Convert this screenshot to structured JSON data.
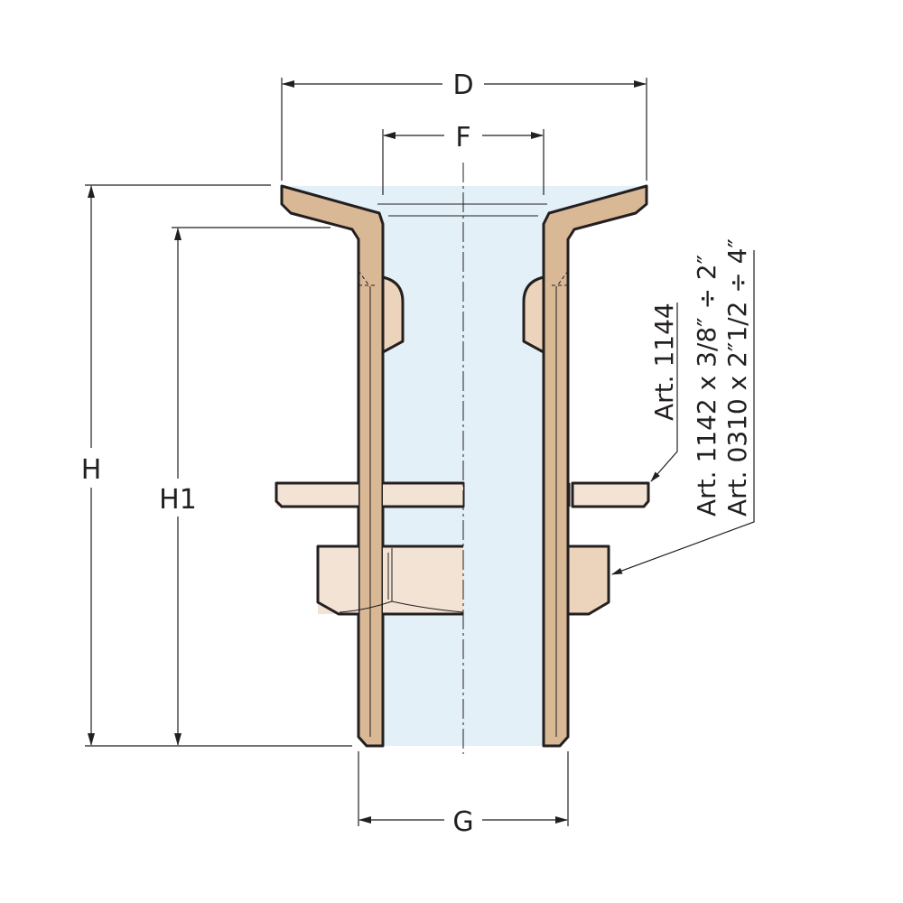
{
  "diagram": {
    "type": "technical-cross-section",
    "subject": "flanged through-hull pipe fitting with lock nut and washer",
    "colors": {
      "body": "#d9b896",
      "bore": "#e3f0f7",
      "washer": "#f3e3d5",
      "nut": "#f3e3d5",
      "nut_right": "#ecd4bc",
      "line": "#231f20"
    },
    "dimensions": {
      "D": "D",
      "F": "F",
      "G": "G",
      "H": "H",
      "H1": "H1"
    },
    "callouts": [
      {
        "id": "washer",
        "text": "Art. 1144"
      },
      {
        "id": "nut-line-1",
        "text": "Art. 1142 x 3/8″ ÷ 2″"
      },
      {
        "id": "nut-line-2",
        "text": "Art. 0310 x 2″1/2 ÷ 4″"
      }
    ]
  }
}
